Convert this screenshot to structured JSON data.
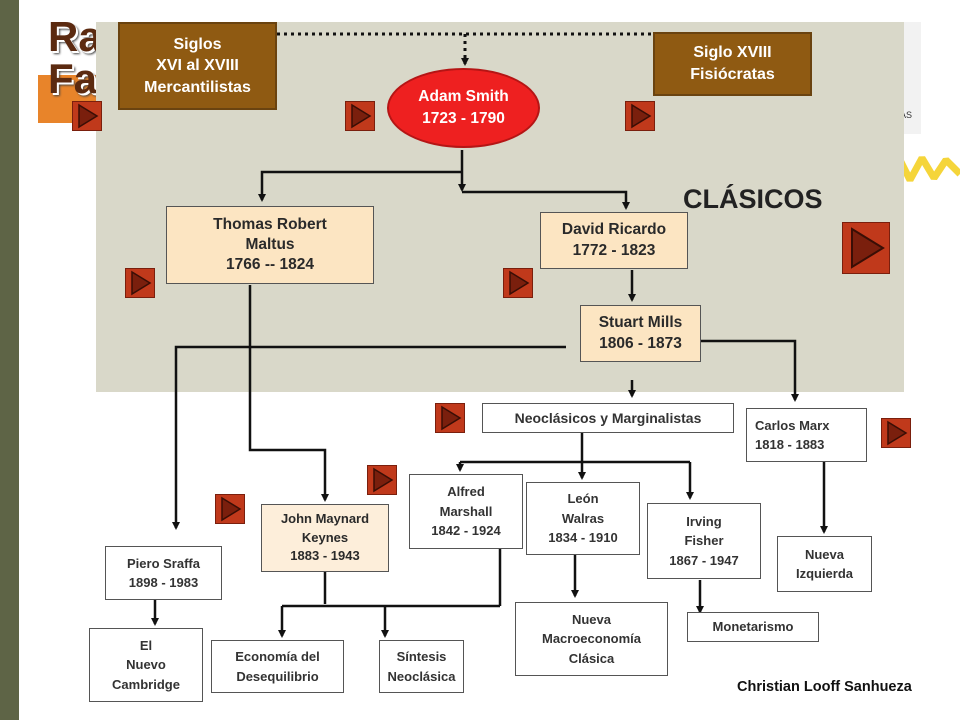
{
  "background_title": {
    "line1": "Ra",
    "line2": "Fa"
  },
  "corner_text": "AS",
  "boxes": {
    "mercantilistas": "Siglos\nXVI al XVIII\nMercantilistas",
    "fisiocratas": "Siglo XVIII\nFisiócratas",
    "adam_smith": "Adam Smith\n1723 - 1790",
    "malthus": "Thomas Robert\nMaltus\n1766 -- 1824",
    "ricardo": "David Ricardo\n1772 - 1823",
    "mills": "Stuart Mills\n1806 - 1873",
    "neoclasicos": "Neoclásicos  y Marginalistas",
    "marx": "Carlos  Marx\n1818  -  1883",
    "marshall": "Alfred\nMarshall\n1842  -  1924",
    "walras": "León\nWalras\n1834  -  1910",
    "fisher": "Irving\nFisher\n1867  -  1947",
    "keynes": "John Maynard\nKeynes\n1883 - 1943",
    "sraffa": "Piero  Sraffa\n1898  -  1983",
    "nueva_izquierda": "Nueva\nIzquierda",
    "nueva_macro": "Nueva\nMacroeconomía\nClásica",
    "monetarismo": "Monetarismo",
    "nuevo_cambridge": "El\nNuevo\nCambridge",
    "desequilibrio": "Economía  del\nDesequilibrio",
    "sintesis": "Síntesis\nNeoclásica"
  },
  "clasicos_label": "CLÁSICOS",
  "author": "Christian Looff Sanhueza",
  "colors": {
    "brown_box": "#8f5a12",
    "peach_box": "#fce5c2",
    "ellipse_red": "#ee2020",
    "panel": "#d9d8c9",
    "nav_button": "#c0391b",
    "left_bar": "#5e6446",
    "accent_orange": "#e8842a"
  },
  "icons": {
    "nav": "play-triangle-icon"
  }
}
